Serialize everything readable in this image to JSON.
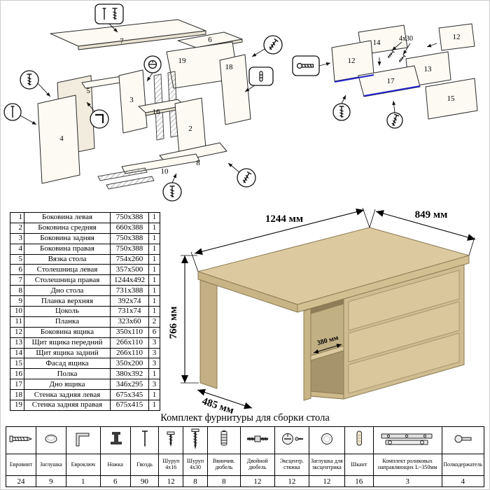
{
  "hardware_title": "Комплект фурнитуры для сборки стола",
  "parts_table": {
    "rows": [
      {
        "num": "1",
        "name": "Боковина левая",
        "size": "750x388",
        "qty": "1"
      },
      {
        "num": "2",
        "name": "Боковина средняя",
        "size": "660x388",
        "qty": "1"
      },
      {
        "num": "3",
        "name": "Боковина задняя",
        "size": "750x388",
        "qty": "1"
      },
      {
        "num": "4",
        "name": "Боковина правая",
        "size": "750x388",
        "qty": "1"
      },
      {
        "num": "5",
        "name": "Вязка стола",
        "size": "754x260",
        "qty": "1"
      },
      {
        "num": "6",
        "name": "Столешница левая",
        "size": "357x500",
        "qty": "1"
      },
      {
        "num": "7",
        "name": "Столешница правая",
        "size": "1244x492",
        "qty": "1"
      },
      {
        "num": "8",
        "name": "Дно стола",
        "size": "731x388",
        "qty": "1"
      },
      {
        "num": "9",
        "name": "Планка верхняя",
        "size": "392x74",
        "qty": "1"
      },
      {
        "num": "10",
        "name": "Цоколь",
        "size": "731x74",
        "qty": "1"
      },
      {
        "num": "11",
        "name": "Планка",
        "size": "323x60",
        "qty": "2"
      },
      {
        "num": "12",
        "name": "Боковина ящика",
        "size": "350x110",
        "qty": "6"
      },
      {
        "num": "13",
        "name": "Щит ящика передний",
        "size": "266x110",
        "qty": "3"
      },
      {
        "num": "14",
        "name": "Щит ящика задний",
        "size": "266x110",
        "qty": "3"
      },
      {
        "num": "15",
        "name": "Фасад ящика",
        "size": "350x200",
        "qty": "3"
      },
      {
        "num": "16",
        "name": "Полка",
        "size": "380x392",
        "qty": "1"
      },
      {
        "num": "17",
        "name": "Дно ящика",
        "size": "346x295",
        "qty": "3"
      },
      {
        "num": "18",
        "name": "Стенка задняя левая",
        "size": "675x345",
        "qty": "1"
      },
      {
        "num": "19",
        "name": "Стенка задняя правая",
        "size": "675x415",
        "qty": "1"
      }
    ]
  },
  "desk": {
    "dim_width": "1244 мм",
    "dim_depth": "849 мм",
    "dim_height": "766 мм",
    "dim_left_depth": "485 мм",
    "dim_shelf_depth": "380 мм",
    "wood_color": "#d8c69c"
  },
  "diagram_left": {
    "labels": [
      "7",
      "6",
      "19",
      "18",
      "5",
      "3",
      "16",
      "2",
      "4",
      "10",
      "8"
    ]
  },
  "diagram_right": {
    "labels": [
      "14",
      "12",
      "12",
      "13",
      "17",
      "15"
    ],
    "screw_note": "4x30"
  },
  "hardware_table": {
    "items": [
      {
        "name": "Евровинт",
        "qty": "24",
        "icon": "confirmat-screw-icon"
      },
      {
        "name": "Заглушка",
        "qty": "9",
        "icon": "cap-plug-icon"
      },
      {
        "name": "Евроключ",
        "qty": "1",
        "icon": "hex-key-icon"
      },
      {
        "name": "Ножка",
        "qty": "6",
        "icon": "foot-icon"
      },
      {
        "name": "Гвоздь",
        "qty": "90",
        "icon": "nail-icon"
      },
      {
        "name": "Шуруп 4x16",
        "qty": "12",
        "icon": "screw-4x16-icon"
      },
      {
        "name": "Шуруп 4x30",
        "qty": "8",
        "icon": "screw-4x30-icon"
      },
      {
        "name": "Ввинчив. дюбель",
        "qty": "8",
        "icon": "screw-in-dowel-icon"
      },
      {
        "name": "Двойной дюбель",
        "qty": "12",
        "icon": "double-dowel-icon"
      },
      {
        "name": "Эксцентр. стяжка",
        "qty": "12",
        "icon": "cam-lock-icon"
      },
      {
        "name": "Заглушка для эксцентрика",
        "qty": "12",
        "icon": "cam-cap-icon"
      },
      {
        "name": "Шкант",
        "qty": "16",
        "icon": "wooden-dowel-icon"
      },
      {
        "name": "Комплект роликовых направляющих L~350мм",
        "qty": "3",
        "icon": "drawer-slides-icon"
      },
      {
        "name": "Полкодержатель",
        "qty": "4",
        "icon": "shelf-support-icon"
      }
    ]
  }
}
